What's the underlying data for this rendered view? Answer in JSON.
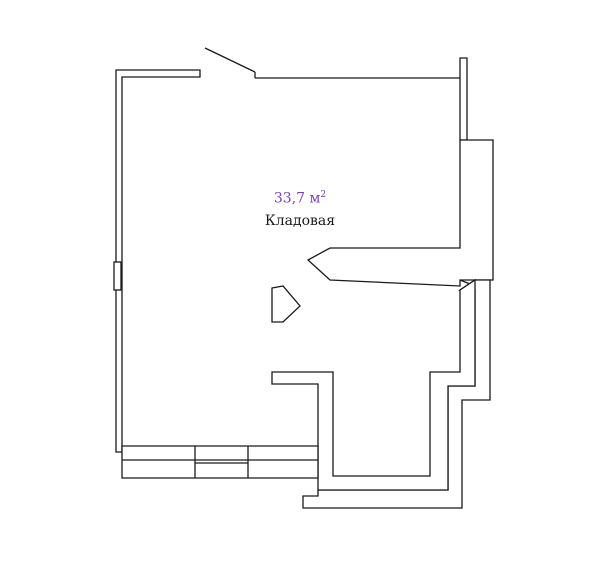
{
  "room": {
    "area_value": "33,7 м",
    "area_power": "2",
    "name": "Кладовая"
  },
  "colors": {
    "area_text": "#7b3fc4",
    "wall_stroke": "#1a1a1a",
    "background": "#ffffff"
  }
}
